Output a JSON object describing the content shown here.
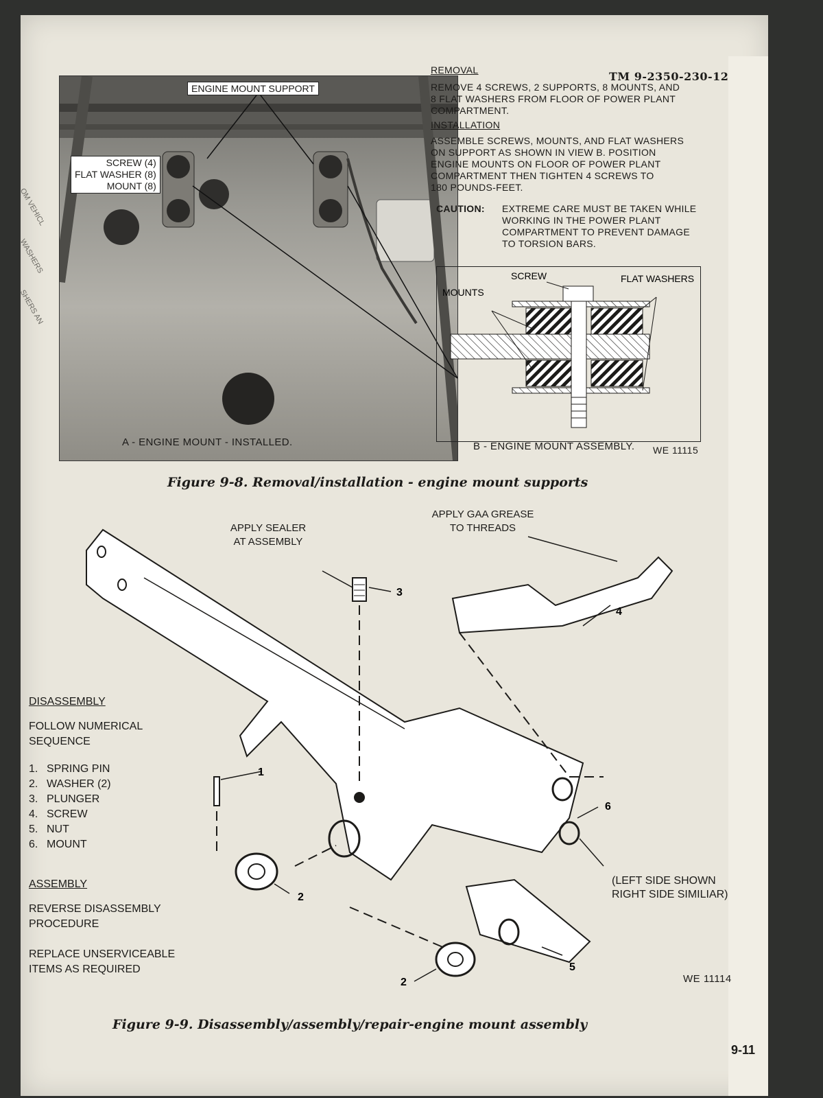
{
  "header": {
    "tm_number": "TM 9-2350-230-12"
  },
  "bleed_text": [
    "OM VEHICL",
    "WASHERS",
    "SHERS AN"
  ],
  "figure_9_8": {
    "photo_labels": {
      "engine_mount_support": "ENGINE MOUNT SUPPORT",
      "screw": "SCREW (4)",
      "flat_washer": "FLAT WASHER (8)",
      "mount": "MOUNT (8)"
    },
    "caption_a": "A - ENGINE MOUNT - INSTALLED.",
    "removal_heading": "REMOVAL",
    "removal_text": [
      "REMOVE 4 SCREWS, 2 SUPPORTS, 8 MOUNTS, AND",
      "8 FLAT WASHERS FROM FLOOR OF POWER PLANT",
      "COMPARTMENT."
    ],
    "installation_heading": "INSTALLATION",
    "installation_text": [
      "ASSEMBLE SCREWS, MOUNTS, AND FLAT WASHERS",
      "ON SUPPORT AS SHOWN IN VIEW B.  POSITION",
      "ENGINE MOUNTS ON FLOOR OF POWER PLANT",
      "COMPARTMENT THEN TIGHTEN 4 SCREWS TO",
      "180 POUNDS-FEET."
    ],
    "caution_label": "CAUTION:",
    "caution_text": [
      "EXTREME CARE MUST BE TAKEN WHILE",
      "WORKING IN THE POWER PLANT",
      "COMPARTMENT TO PREVENT DAMAGE",
      "TO TORSION BARS."
    ],
    "view_b_labels": {
      "screw": "SCREW",
      "flat_washers": "FLAT WASHERS",
      "mounts": "MOUNTS"
    },
    "caption_b": "B - ENGINE MOUNT ASSEMBLY.",
    "we_code": "WE 11115",
    "caption": "Figure 9-8. Removal/installation - engine mount supports"
  },
  "figure_9_9": {
    "callouts": {
      "sealer": [
        "APPLY SEALER",
        "AT ASSEMBLY"
      ],
      "grease": [
        "APPLY GAA GREASE",
        "TO THREADS"
      ],
      "left_side": [
        "(LEFT SIDE SHOWN",
        "RIGHT SIDE SIMILIAR)"
      ]
    },
    "part_numbers": [
      "1",
      "2",
      "2",
      "3",
      "4",
      "5",
      "6"
    ],
    "disassembly_heading": "DISASSEMBLY",
    "disassembly_intro": [
      "FOLLOW NUMERICAL",
      "SEQUENCE"
    ],
    "parts": [
      {
        "n": "1.",
        "name": "SPRING PIN"
      },
      {
        "n": "2.",
        "name": "WASHER (2)"
      },
      {
        "n": "3.",
        "name": "PLUNGER"
      },
      {
        "n": "4.",
        "name": "SCREW"
      },
      {
        "n": "5.",
        "name": "NUT"
      },
      {
        "n": "6.",
        "name": "MOUNT"
      }
    ],
    "assembly_heading": "ASSEMBLY",
    "assembly_text": [
      "REVERSE DISASSEMBLY",
      "PROCEDURE"
    ],
    "replace_text": [
      "REPLACE UNSERVICEABLE",
      "ITEMS AS REQUIRED"
    ],
    "we_code": "WE  11114",
    "caption": "Figure 9-9. Disassembly/assembly/repair-engine mount assembly"
  },
  "page_number": "9-11"
}
